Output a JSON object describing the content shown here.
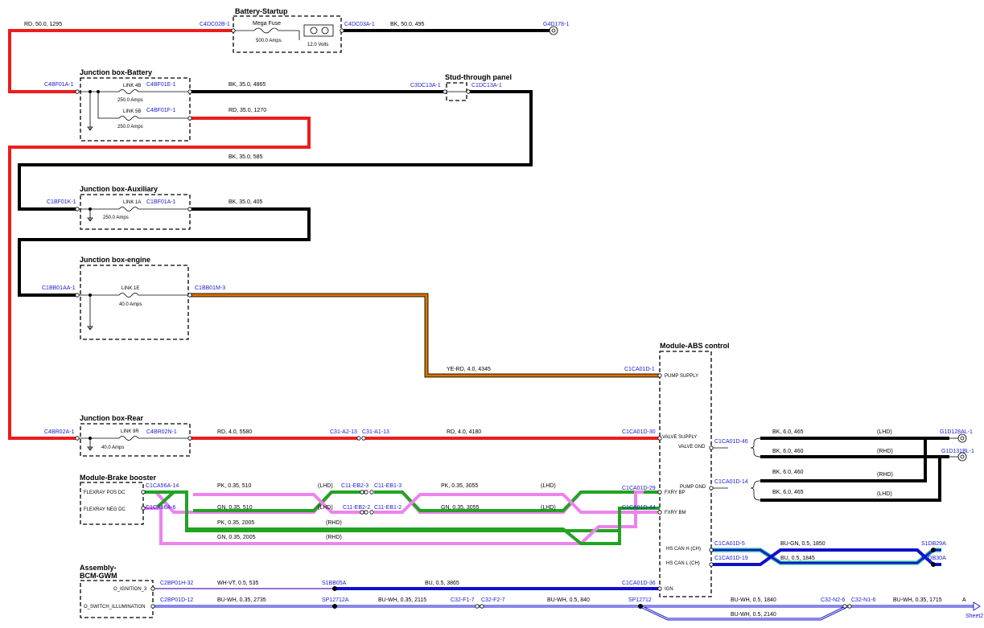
{
  "components": {
    "battery_startup": "Battery-Startup",
    "jb_battery": "Junction box-Battery",
    "stud_panel": "Stud-through panel",
    "jb_aux": "Junction box-Auxiliary",
    "jb_engine": "Junction box-engine",
    "abs": "Module-ABS control",
    "jb_rear": "Junction box-Rear",
    "brake_booster": "Module-Brake booster",
    "bcm_1": "Assembly-",
    "bcm_2": "BCM-GWM"
  },
  "fuses": {
    "mega_name": "Mega Fuse",
    "mega_rating": "500.0 Amps",
    "battery_volts": "12.0 Volts",
    "link4b": "LINK 4B",
    "link4b_rating": "250.0 Amps",
    "link5b": "LINK 5B",
    "link5b_rating": "250.0 Amps",
    "link1a": "LINK 1A",
    "link1a_rating": "250.0 Amps",
    "link1e": "LINK 1E",
    "link1e_rating": "40.0 Amps",
    "link9r": "LINK 9R",
    "link9r_rating": "40.0 Amps"
  },
  "connectors": {
    "c4dc02b": "C4DC02B-1",
    "c4dc03a": "C4DC03A-1",
    "g4d178": "G4D178-1",
    "c4bf01a": "C4BF01A-1",
    "c4bf01e": "C4BF01E-1",
    "c4bf01f": "C4BF01F-1",
    "c3dc13a": "C3DC13A-1",
    "c1dc13a": "C1DC13A-1",
    "c1bf01k": "C1BF01K-1",
    "c1bf01a": "C1BF01A-1",
    "c1bb01aa": "C1BB01AA-1",
    "c1bb01m": "C1BB01M-3",
    "c1ca01d_1": "C1CA01D-1",
    "c4br02a": "C4BR02A-1",
    "c4br02n": "C4BR02N-1",
    "c31a213": "C31-A2-13",
    "c31a113": "C31-A1-13",
    "c1ca01d_30": "C1CA01D-30",
    "c1ca01d_46": "C1CA01D-46",
    "g1d128al": "G1D128AL-1",
    "g1d131bl": "G1D131BL-1",
    "c1ca01d_14": "C1CA01D-14",
    "c1ca56a_14": "C1CA56A-14",
    "c11eb23": "C11-EB2-3",
    "c11eb13": "C11-EB1-3",
    "c1ca01d_29": "C1CA01D-29",
    "c1ca56a_6": "C1CA56A-6",
    "c11eb22": "C11-EB2-2",
    "c11eb12": "C11-EB1-2",
    "c1ca01d_44": "C1CA01D-44",
    "c1ca01d_5": "C1CA01D-5",
    "s1db29a": "S1DB29A",
    "c1ca01d_19": "C1CA01D-19",
    "s1db30a": "S1DB30A",
    "c2bp01h_32": "C2BP01H-32",
    "s1bb05a": "S1BB05A",
    "c1ca01d_36": "C1CA01D-36",
    "c2bp01d_12": "C2BP01D-12",
    "sp12712a": "SP12712A",
    "c32f17": "C32-F1-7",
    "c32f27": "C32-F2-7",
    "sp12712": "SP12712",
    "c32n26": "C32-N2-6",
    "c32n16": "C32-N1-6"
  },
  "wires": {
    "w1": "RD, 50.0, 1295",
    "w2": "BK, 50.0, 495",
    "w3": "BK, 35.0, 4865",
    "w4": "RD, 35.0, 1270",
    "w5": "BK, 35.0, 585",
    "w6": "BK, 35.0, 405",
    "w7": "YE-RD, 4.0, 4345",
    "w8": "RD, 4.0, 5580",
    "w9": "RD, 4.0, 4180",
    "w10": "BK, 6.0, 465",
    "w11": "BK, 6.0, 460",
    "w12": "BK, 6.0, 460",
    "w13": "BK, 6.0, 465",
    "w14": "PK, 0.35, 510",
    "w15": "PK, 0.35, 3055",
    "w16": "GN, 0.35, 510",
    "w17": "GN, 0.35, 3055",
    "w18": "PK, 0.35, 2005",
    "w19": "GN, 0.35, 2005",
    "w20": "BU-GN, 0.5, 1850",
    "w21": "BU, 0.5, 1845",
    "w22": "WH-VT, 0.5, 535",
    "w23": "BU, 0.5, 3865",
    "w24": "BU-WH, 0.35, 2735",
    "w25": "BU-WH, 0.35, 2115",
    "w26": "BU-WH, 0.5, 840",
    "w27": "BU-WH, 0.5, 1840",
    "w28": "BU-WH, 0.35, 1715",
    "w29": "BU-WH, 0.5, 2140"
  },
  "variants": {
    "lhd": "(LHD)",
    "rhd": "(RHD)"
  },
  "pins": {
    "pump_supply": "PUMP SUPPLY",
    "valve_supply": "VALVE SUPPLY",
    "valve_gnd": "VALVE GND",
    "pump_gnd": "PUMP GND",
    "fxry_bp": "FXRY BP",
    "fxry_bm": "FXRY BM",
    "hs_can_h": "HS CAN H (CH)",
    "hs_can_l": "HS CAN L (CH)",
    "ign": "IGN",
    "flexray_pos": "FLEXRAY POS DC",
    "flexray_neg": "FLEXRAY NEG DC",
    "o_ignition": "O_IGNITION_3",
    "o_switch": "O_SWITCH_ILLUMINATION"
  },
  "offpage": {
    "letter": "A",
    "sheet": "Sheet2"
  },
  "colors": {
    "rd": "#ee1c1c",
    "bk": "#000000",
    "ye": "#e8b400",
    "pk": "#ee82ee",
    "gn": "#22a322",
    "bu": "#1010cc",
    "teal": "#1a9e9e",
    "connector_text": "#1a1adc"
  }
}
